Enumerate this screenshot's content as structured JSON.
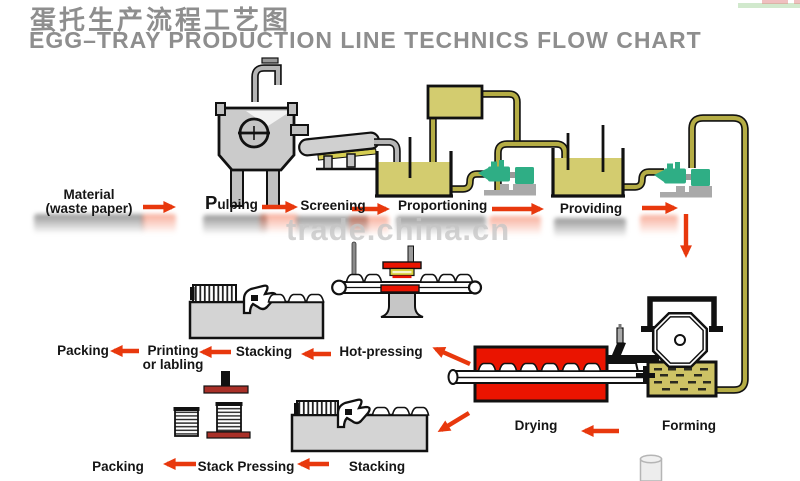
{
  "header": {
    "title_zh": "蛋托生产流程工艺图",
    "title_en": "EGG–TRAY PRODUCTION LINE TECHNICS FLOW CHART"
  },
  "watermark": "trade.china.cn",
  "flow": {
    "material_line1": "Material",
    "material_line2": "(waste paper)",
    "pulping_initial": "P",
    "pulping_rest": "ulping",
    "screening": "Screening",
    "proportioning": "Proportioning",
    "providing": "Providing",
    "packing_top": "Packing",
    "printing_line1": "Printing",
    "printing_line2": "or labling",
    "stacking_top": "Stacking",
    "hot_pressing": "Hot-pressing",
    "drying": "Drying",
    "forming": "Forming",
    "packing_bottom": "Packing",
    "stack_pressing": "Stack Pressing",
    "stacking_bottom": "Stacking"
  },
  "colors": {
    "arrow_red": "#e8380d",
    "oven_red": "#ea1400",
    "tank_olive": "#d3cc6f",
    "pipe_olive": "#b5ad45",
    "pump_teal": "#2fae85",
    "machine_gray": "#cecece",
    "press_dark_red": "#a93028",
    "title_gray": "#8e8e8e",
    "watermark_gray": "#c6c6c6"
  }
}
